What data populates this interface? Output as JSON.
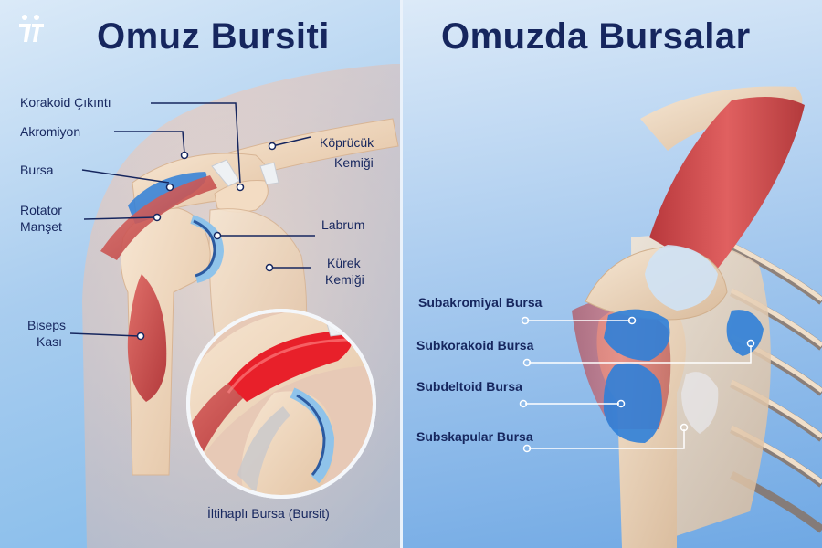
{
  "left": {
    "title": "Omuz Bursiti",
    "labels": {
      "korakoid": "Korakoid Çıkıntı",
      "akromiyon": "Akromiyon",
      "bursa": "Bursa",
      "rotator_1": "Rotator",
      "rotator_2": "Manşet",
      "biseps_1": "Biseps",
      "biseps_2": "Kası",
      "kopruculuk_1": "Köprücük",
      "kopruculuk_2": "Kemiği",
      "labrum": "Labrum",
      "kurek_1": "Kürek",
      "kurek_2": "Kemiği",
      "inset_caption": "İltihaplı Bursa (Bursit)"
    }
  },
  "right": {
    "title": "Omuzda Bursalar",
    "labels": {
      "subakromiyal": "Subakromiyal Bursa",
      "subkorakoid": "Subkorakoid Bursa",
      "subdeltoid": "Subdeltoid Bursa",
      "subskapular": "Subskapular Bursa"
    }
  },
  "colors": {
    "title": "#16265e",
    "bone": "#f0d8bf",
    "muscle": "#c84a4a",
    "bursa": "#2f7fd8",
    "inflamed": "#e8202a",
    "cartilage": "#8fc3ea"
  }
}
